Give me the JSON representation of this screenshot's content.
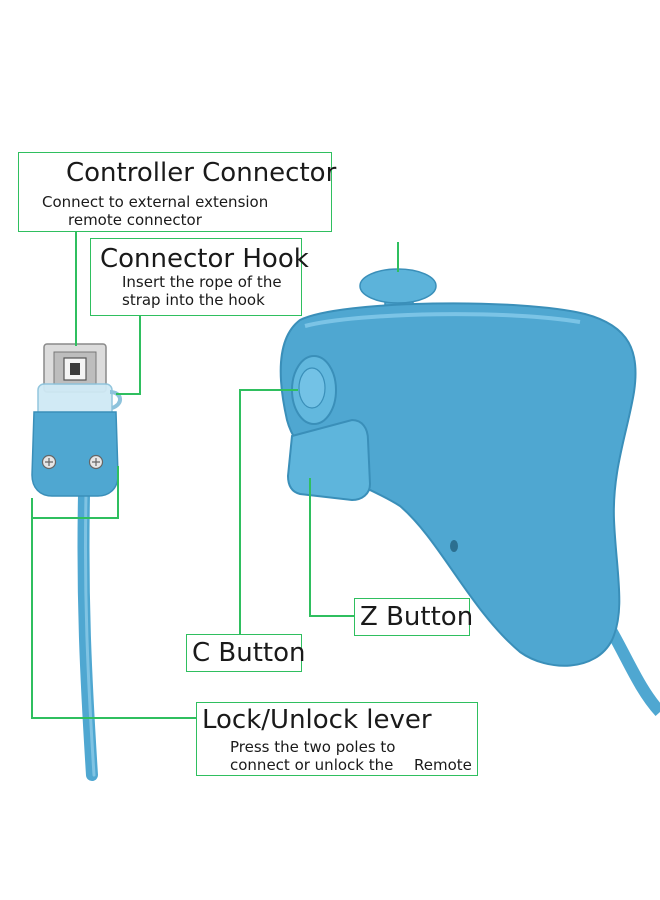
{
  "colors": {
    "leader": "#2fbf5f",
    "device": "#4fa7d1",
    "device_dark": "#3a8fb9",
    "connector_metal": "#d8d8d8"
  },
  "callouts": {
    "controller_connector": {
      "title": "Controller Connector",
      "desc_line1": "Connect to external extension",
      "desc_line2": "remote connector"
    },
    "connector_hook": {
      "title": "Connector Hook",
      "desc_line1": "Insert the rope of the",
      "desc_line2": "strap into the hook"
    },
    "z_button": {
      "title": "Z Button"
    },
    "c_button": {
      "title": "C Button"
    },
    "lock_unlock_lever": {
      "title": "Lock/Unlock lever",
      "desc_line1": "Press the two poles to",
      "desc_line2": "connect or unlock the",
      "desc_line2b": "Remote"
    }
  }
}
